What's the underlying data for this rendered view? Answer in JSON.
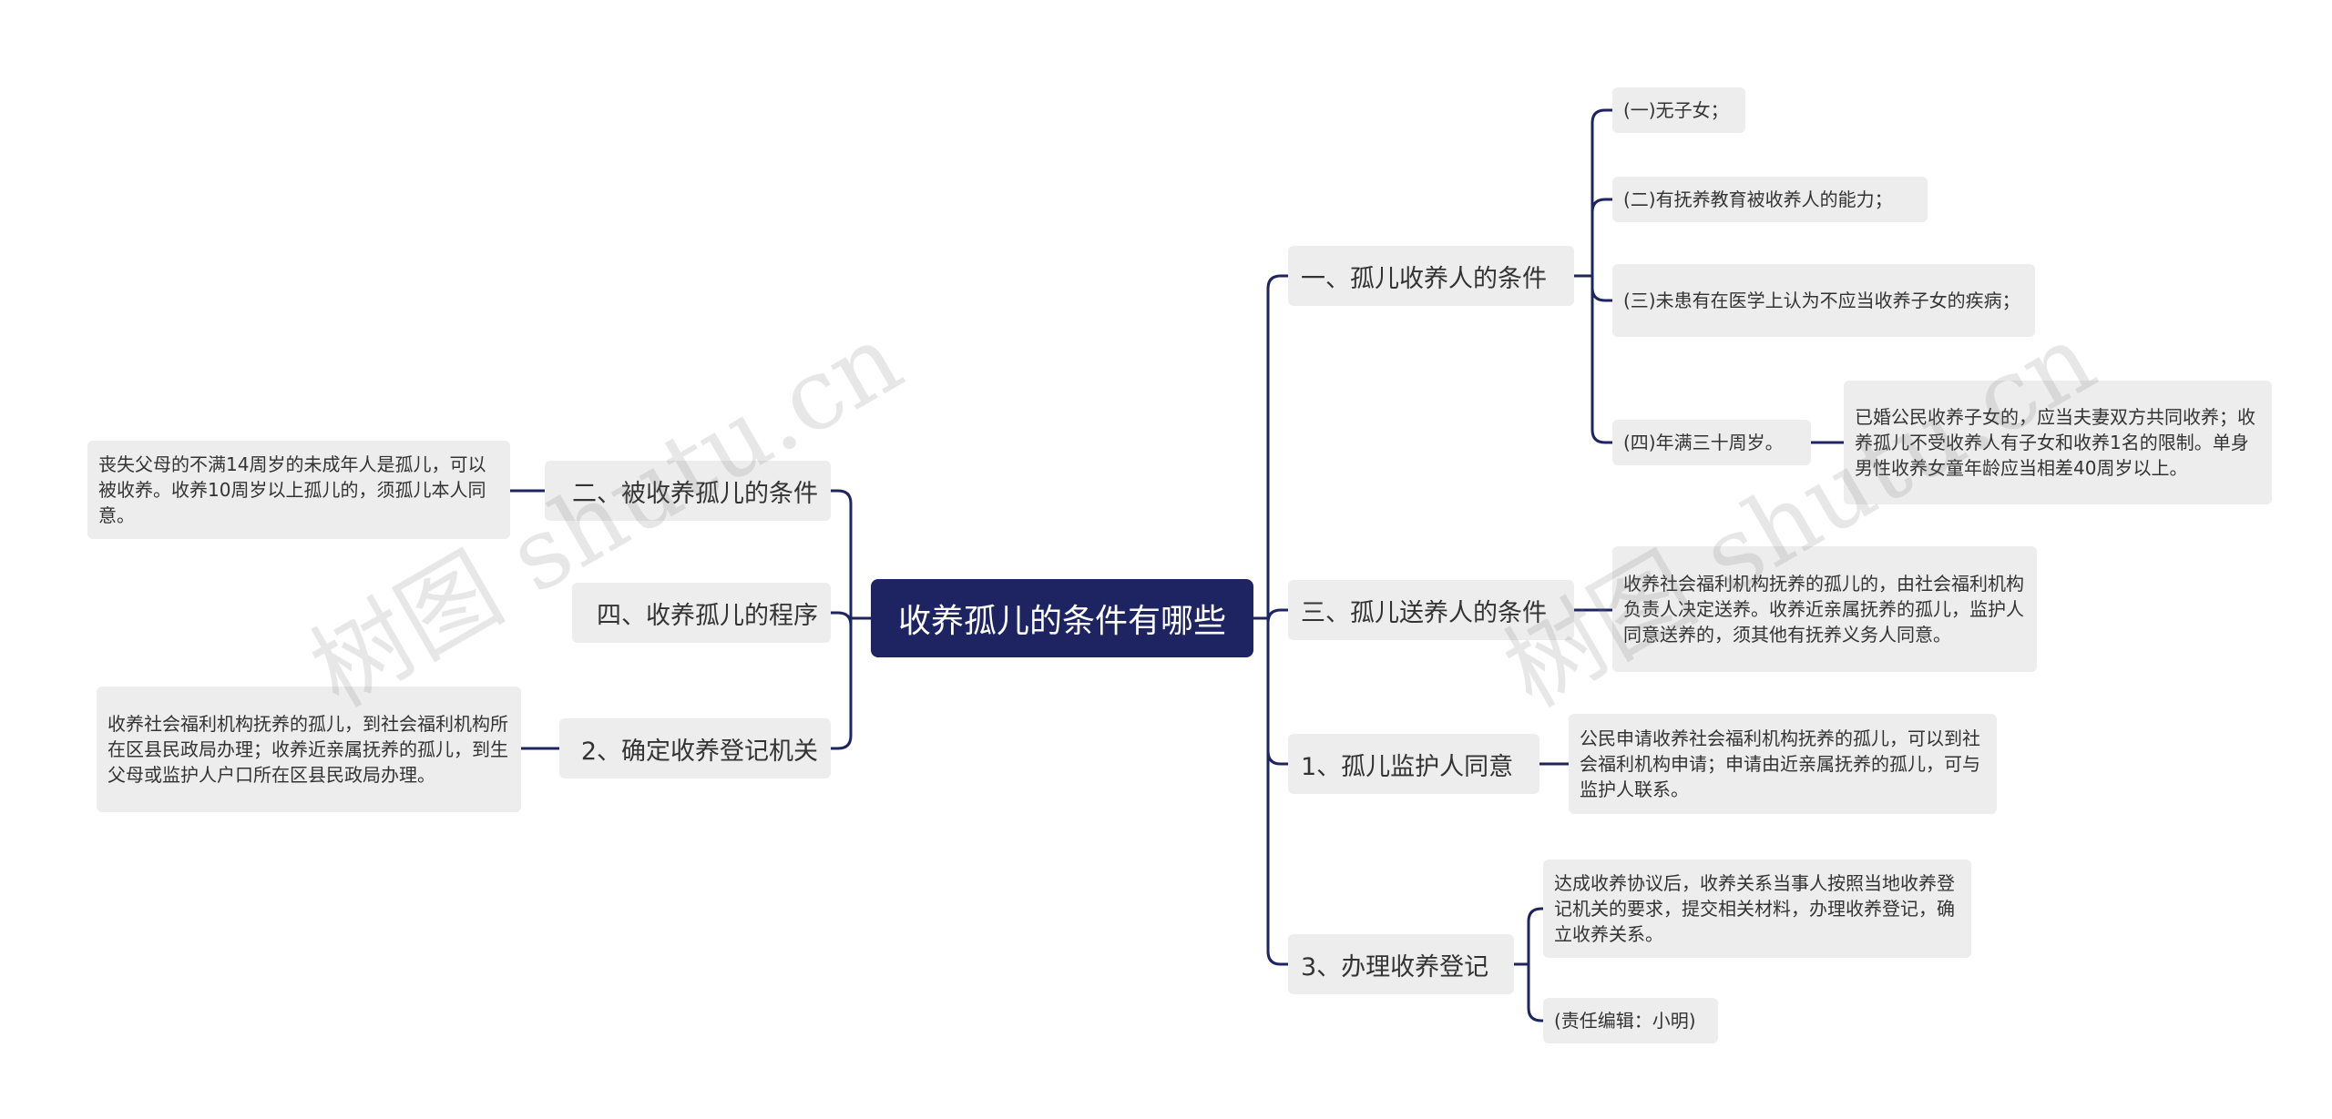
{
  "root": "收养孤儿的条件有哪些",
  "right_branches": [
    {
      "label": "一、孤儿收养人的条件",
      "children": [
        "(一)无子女；",
        "(二)有抚养教育被收养人的能力；",
        "(三)未患有在医学上认为不应当收养子女的疾病；",
        "(四)年满三十周岁。"
      ],
      "sub_child": "已婚公民收养子女的，应当夫妻双方共同收养；收养孤儿不受收养人有子女和收养1名的限制。单身男性收养女童年龄应当相差40周岁以上。"
    },
    {
      "label": "三、孤儿送养人的条件",
      "children": [
        "收养社会福利机构抚养的孤儿的，由社会福利机构负责人决定送养。收养近亲属抚养的孤儿，监护人同意送养的，须其他有抚养义务人同意。"
      ]
    },
    {
      "label": "1、孤儿监护人同意",
      "children": [
        "公民申请收养社会福利机构抚养的孤儿，可以到社会福利机构申请；申请由近亲属抚养的孤儿，可与监护人联系。"
      ]
    },
    {
      "label": "3、办理收养登记",
      "children": [
        "达成收养协议后，收养关系当事人按照当地收养登记机关的要求，提交相关材料，办理收养登记，确立收养关系。",
        "(责任编辑：小明)"
      ]
    }
  ],
  "left_branches": [
    {
      "label": "二、被收养孤儿的条件",
      "children": [
        "丧失父母的不满14周岁的未成年人是孤儿，可以被收养。收养10周岁以上孤儿的，须孤儿本人同意。"
      ]
    },
    {
      "label": "四、收养孤儿的程序",
      "children": []
    },
    {
      "label": "2、确定收养登记机关",
      "children": [
        "收养社会福利机构抚养的孤儿，到社会福利机构所在区县民政局办理；收养近亲属抚养的孤儿，到生父母或监护人户口所在区县民政局办理。"
      ]
    }
  ],
  "watermark": "树图 shutu.cn",
  "colors": {
    "root_bg": "#1d2461",
    "node_bg": "#ededed",
    "line": "#1d2461"
  }
}
